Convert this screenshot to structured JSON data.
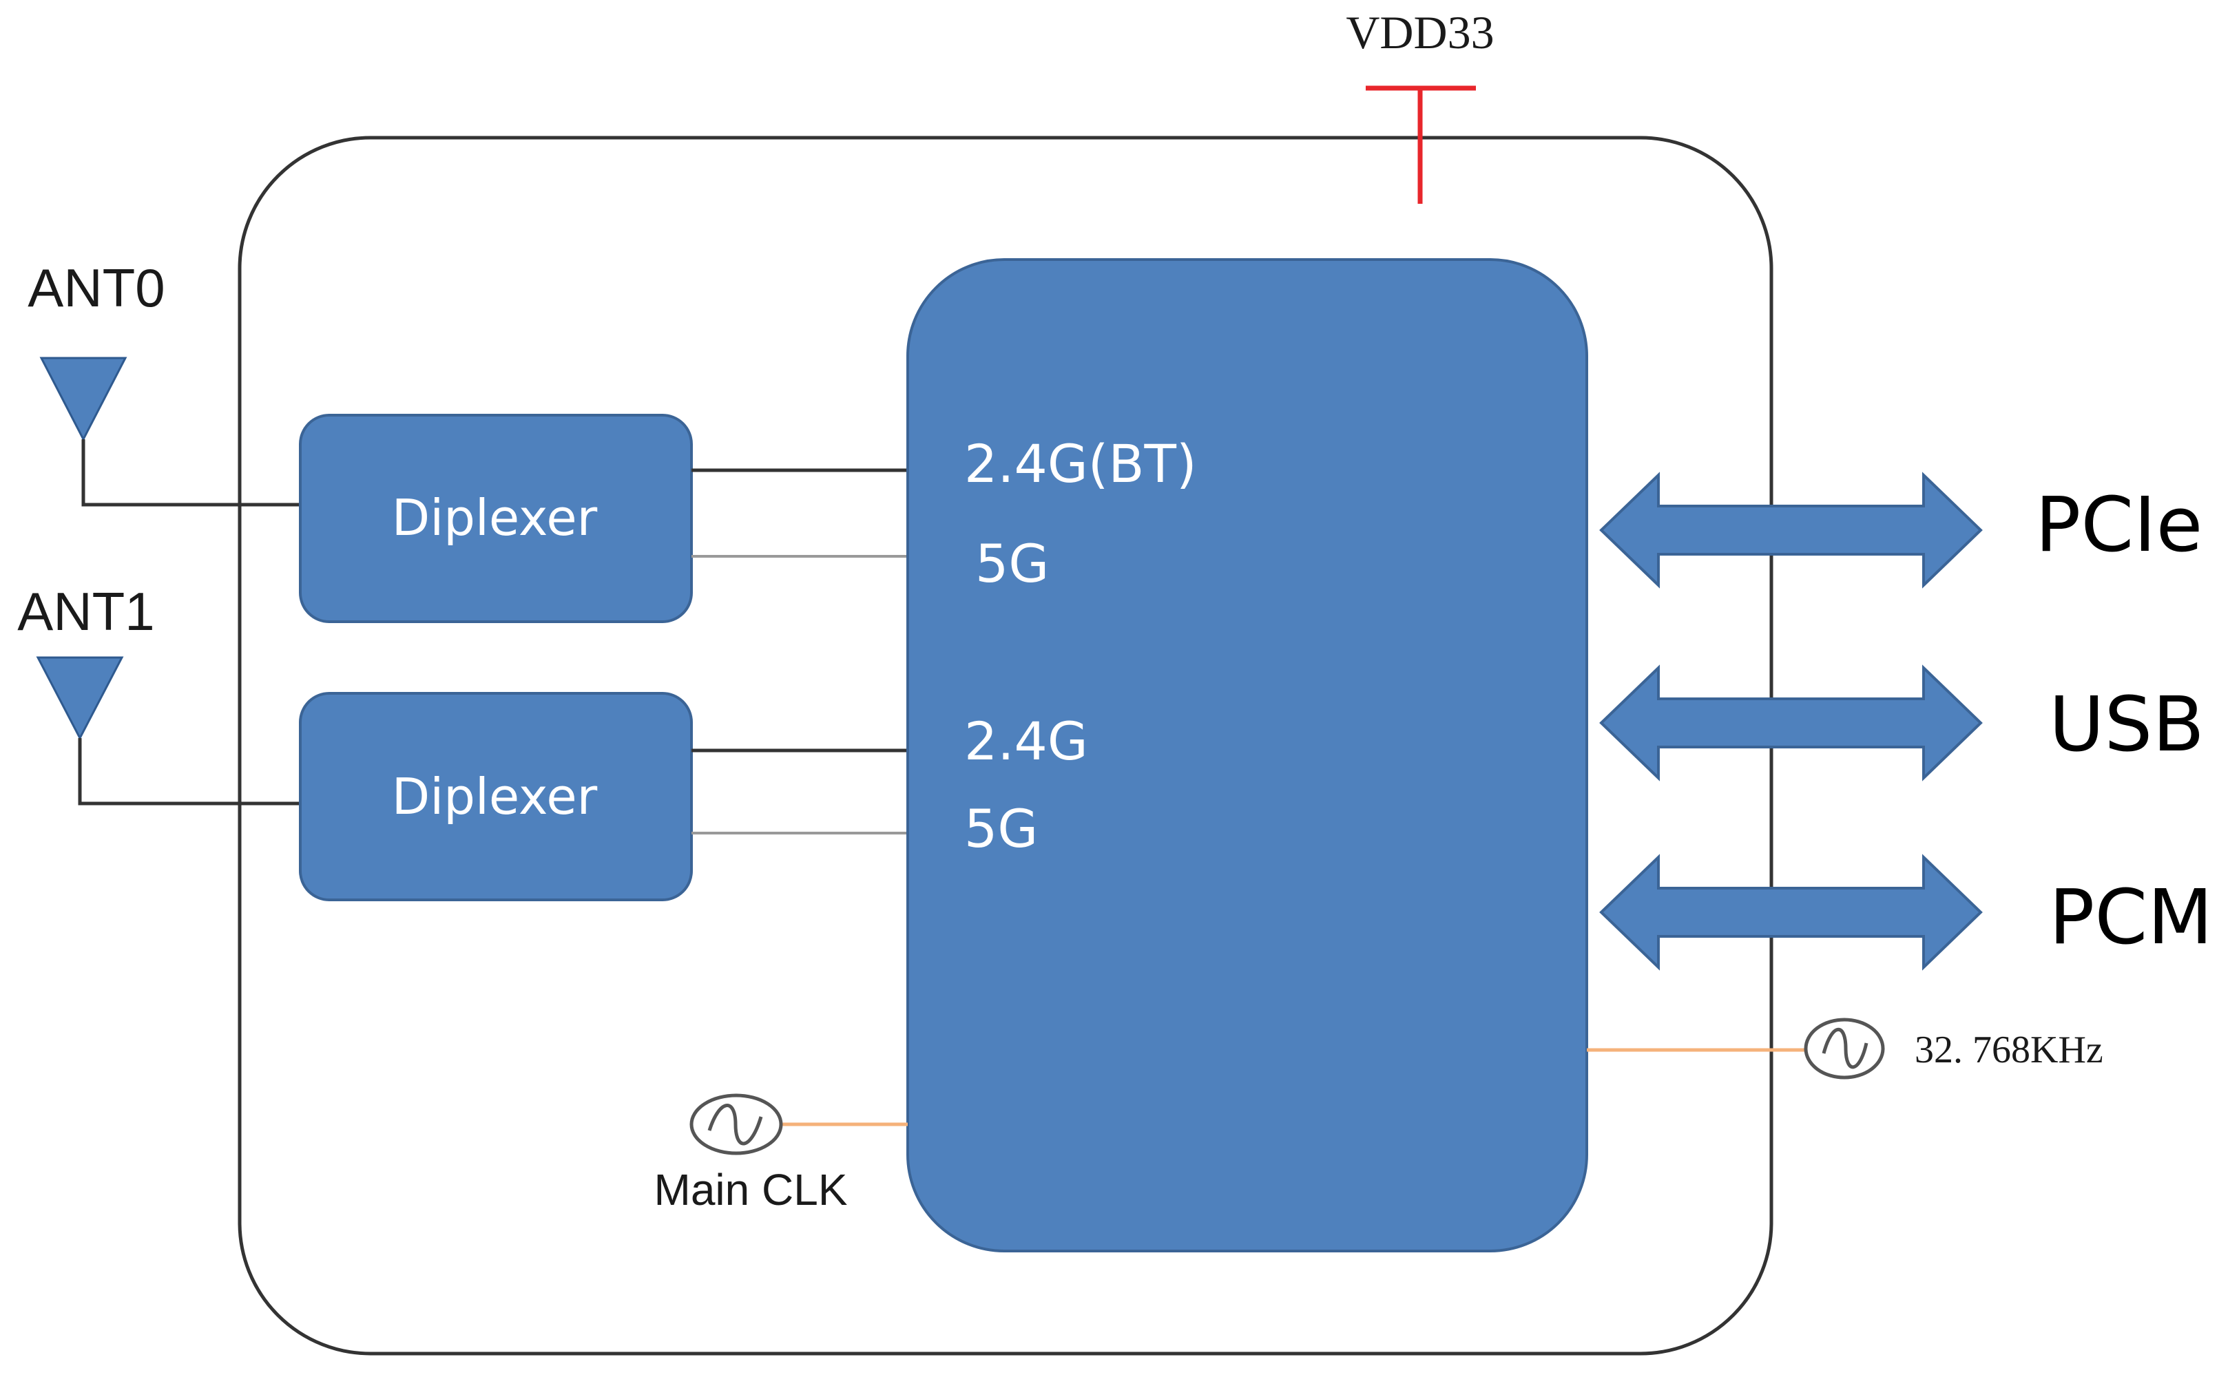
{
  "power": {
    "label": "VDD33"
  },
  "antennas": [
    {
      "label": "ANT0"
    },
    {
      "label": "ANT1"
    }
  ],
  "diplexers": [
    {
      "label": "Diplexer"
    },
    {
      "label": "Diplexer"
    }
  ],
  "chip_ports": [
    {
      "label": "2.4G(BT)"
    },
    {
      "label": "5G"
    },
    {
      "label": "2.4G"
    },
    {
      "label": "5G"
    }
  ],
  "interfaces": [
    {
      "label": "PCIe"
    },
    {
      "label": "USB"
    },
    {
      "label": "PCM"
    }
  ],
  "clocks": {
    "main": {
      "label": "Main CLK"
    },
    "rtc": {
      "label": "32. 768KHz"
    }
  },
  "colors": {
    "block_fill": "#4f81bd",
    "block_stroke": "#3b6496",
    "power_line": "#e8262b",
    "clock_line": "#f5b27a",
    "outline": "#333333"
  }
}
